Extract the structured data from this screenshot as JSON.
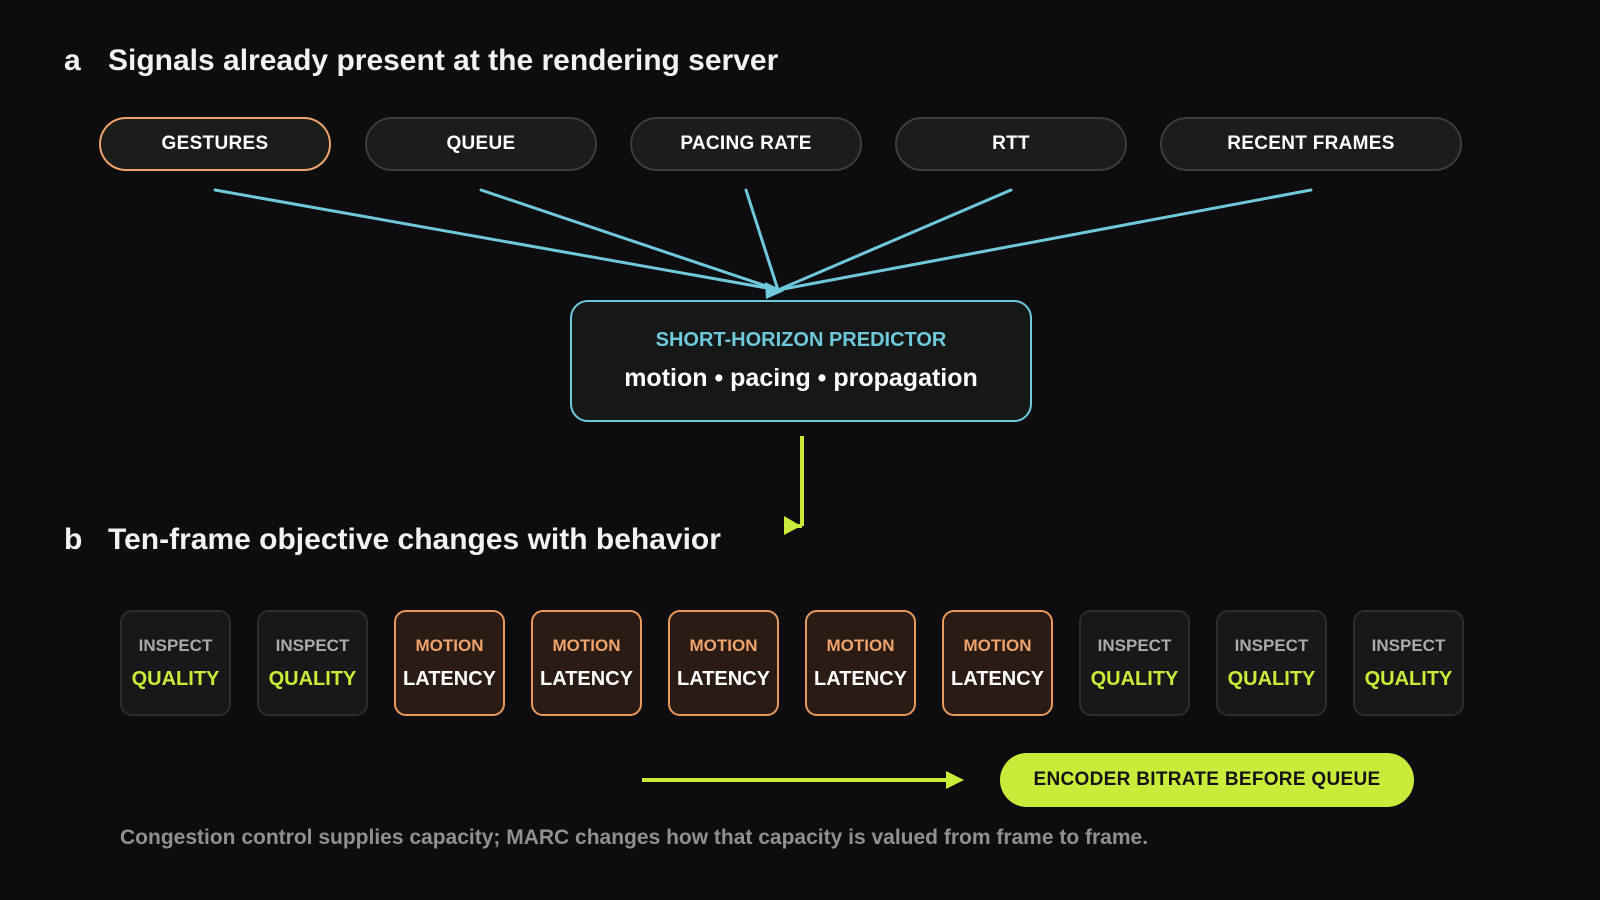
{
  "section_a": {
    "letter": "a",
    "title": "Signals already present at the rendering server"
  },
  "signals": [
    {
      "label": "GESTURES",
      "highlighted": true
    },
    {
      "label": "QUEUE",
      "highlighted": false
    },
    {
      "label": "PACING RATE",
      "highlighted": false
    },
    {
      "label": "RTT",
      "highlighted": false
    },
    {
      "label": "RECENT FRAMES",
      "highlighted": false
    }
  ],
  "predictor": {
    "title": "SHORT-HORIZON PREDICTOR",
    "subtitle": "motion • pacing • propagation"
  },
  "section_b": {
    "letter": "b",
    "title": "Ten-frame objective changes with behavior"
  },
  "frames": [
    {
      "mode": "INSPECT",
      "objective": "QUALITY",
      "kind": "inspect"
    },
    {
      "mode": "INSPECT",
      "objective": "QUALITY",
      "kind": "inspect"
    },
    {
      "mode": "MOTION",
      "objective": "LATENCY",
      "kind": "motion"
    },
    {
      "mode": "MOTION",
      "objective": "LATENCY",
      "kind": "motion"
    },
    {
      "mode": "MOTION",
      "objective": "LATENCY",
      "kind": "motion"
    },
    {
      "mode": "MOTION",
      "objective": "LATENCY",
      "kind": "motion"
    },
    {
      "mode": "MOTION",
      "objective": "LATENCY",
      "kind": "motion"
    },
    {
      "mode": "INSPECT",
      "objective": "QUALITY",
      "kind": "inspect"
    },
    {
      "mode": "INSPECT",
      "objective": "QUALITY",
      "kind": "inspect"
    },
    {
      "mode": "INSPECT",
      "objective": "QUALITY",
      "kind": "inspect"
    }
  ],
  "encoder_label": "ENCODER BITRATE BEFORE QUEUE",
  "caption": "Congestion control supplies capacity; MARC changes how that capacity is valued from frame to frame.",
  "colors": {
    "background": "#0d0d0f",
    "cyan": "#6fc9db",
    "lime": "#c9ec3a",
    "orange": "#f0a36b"
  }
}
